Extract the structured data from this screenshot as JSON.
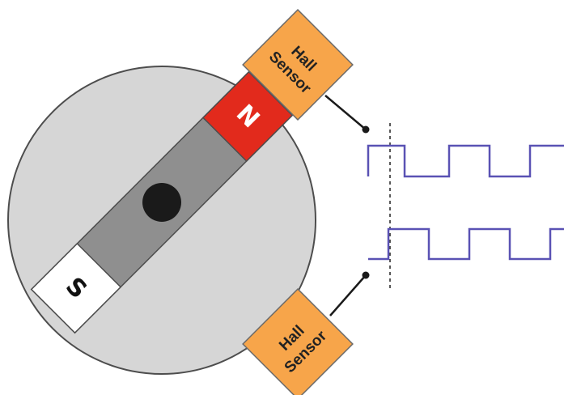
{
  "magnet": {
    "north_label": "N",
    "south_label": "S"
  },
  "sensors": [
    {
      "line1": "Hall",
      "line2": "Sensor"
    },
    {
      "line1": "Hall",
      "line2": "Sensor"
    }
  ],
  "colors": {
    "rotor_fill": "#d6d6d6",
    "rotor_stroke": "#4d4d4d",
    "bar_fill": "#8f8f8f",
    "north_fill": "#e22a1c",
    "south_fill": "#ffffff",
    "axle_fill": "#1a1a1a",
    "sensor_fill": "#f7a54a",
    "sensor_stroke": "#6b6b6b",
    "waveform": "#5a52b4"
  }
}
